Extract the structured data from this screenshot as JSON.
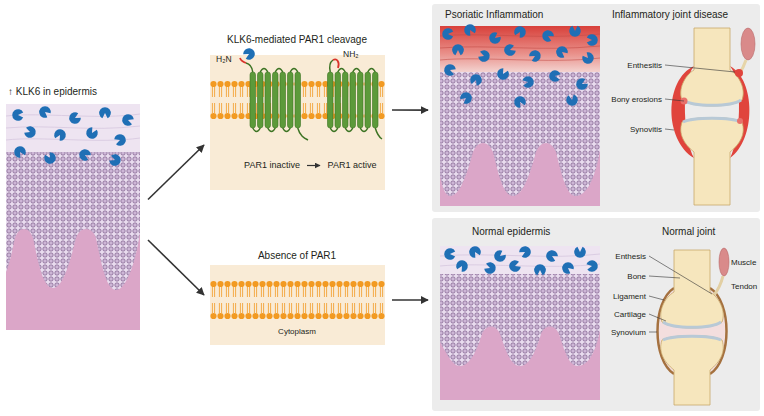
{
  "diagram": {
    "nodes": [
      {
        "text": [
          "↑ KLK6 in epidermis"
        ]
      },
      {
        "text": [
          "KLK6-mediated PAR1 cleavage",
          "H₂N",
          "NH₂",
          "PAR1 inactive",
          "PAR1 active"
        ]
      },
      {
        "text": [
          "Absence of PAR1",
          "Cytoplasm"
        ]
      },
      {
        "text": [
          "Psoriatic Inflammation",
          "Inflammatory joint disease"
        ]
      },
      {
        "text": [
          "Normal epidermis",
          "Normal joint"
        ]
      }
    ],
    "edges": [
      {
        "from": 0,
        "to": 1,
        "arrow": "to"
      },
      {
        "from": 0,
        "to": 2,
        "arrow": "to"
      },
      {
        "from": 1,
        "to": 3,
        "arrow": "to"
      },
      {
        "from": 2,
        "to": 4,
        "arrow": "to"
      }
    ],
    "labels": [
      "Enthesitis",
      "Bony erosions",
      "Synovitis",
      "Enthesis",
      "Bone",
      "Ligament",
      "Cartilage",
      "Synovium",
      "Muscle",
      "Tendon"
    ]
  }
}
